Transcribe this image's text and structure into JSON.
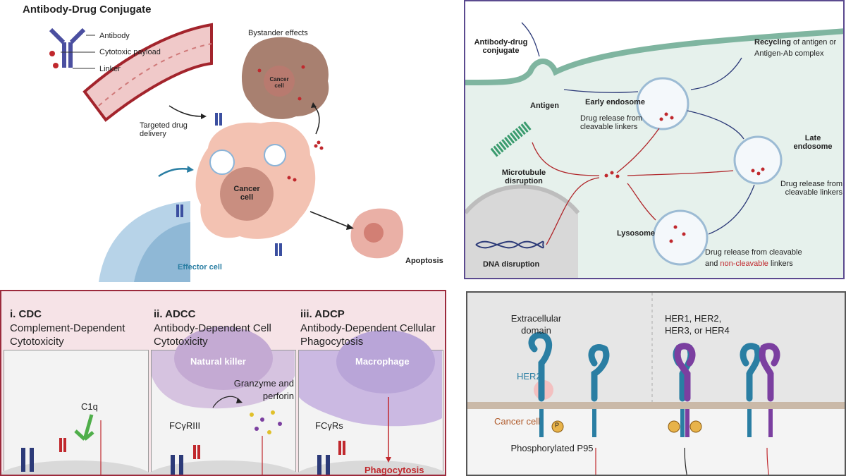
{
  "top_left": {
    "title": "Antibody-Drug Conjugate",
    "legend": {
      "antibody": "Antibody",
      "payload": "Cytotoxic payload",
      "linker": "Linker"
    },
    "bystander": "Bystander effects",
    "cancer_cell_small": "Cancer cell",
    "targeted_delivery": "Targeted drug delivery",
    "cancer_cell_main": "Cancer cell",
    "effector_cell": "Effector cell",
    "apoptosis": "Apoptosis",
    "icons": [
      "antibody-icon",
      "blood-vessel-icon",
      "cancer-cell-icon",
      "effector-cell-icon"
    ]
  },
  "top_right": {
    "adc_label": "Antibody-drug conjugate",
    "antigen": "Antigen",
    "early_endosome": "Early endosome",
    "drug_release_1": "Drug release from cleavable linkers",
    "recycling_bold": "Recycling",
    "recycling_rest": "of antigen or",
    "recycling_line2": "Antigen-Ab complex",
    "late_endosome": "Late endosome",
    "drug_release_2": "Drug release from cleavable linkers",
    "microtubule": "Microtubule disruption",
    "lysosome": "Lysosome",
    "dna": "DNA disruption",
    "drug_release_3a": "Drug release from cleavable",
    "drug_release_3b": "and",
    "drug_release_3c": "non-cleavable",
    "drug_release_3d": "linkers"
  },
  "bottom_left": {
    "cdc_title": "i. CDC",
    "cdc_sub": "Complement-Dependent Cytotoxicity",
    "adcc_title": "ii. ADCC",
    "adcc_sub": "Antibody-Dependent Cell Cytotoxicity",
    "adcp_title": "iii. ADCP",
    "adcp_sub": "Antibody-Dependent Cellular Phagocytosis",
    "c1q": "C1q",
    "natural_killer": "Natural killer",
    "granzyme": "Granzyme and perforin",
    "fcgr3": "FCγRIII",
    "macrophage": "Macrophage",
    "fcgrs": "FCγRs",
    "phagocytosis": "Phagocytosis"
  },
  "bottom_right": {
    "extracellular": "Extracellular domain",
    "her2": "HER2",
    "cancer_cell": "Cancer cell",
    "p": "P",
    "phosphorylated": "Phosphorylated P95",
    "her_family": "HER1, HER2, HER3, or HER4"
  },
  "colors": {
    "red": "#c0282d",
    "navy": "#2c3a78",
    "purple": "#5b4a8f",
    "teal": "#2a7ea3",
    "pink": "#e8a8a0"
  }
}
